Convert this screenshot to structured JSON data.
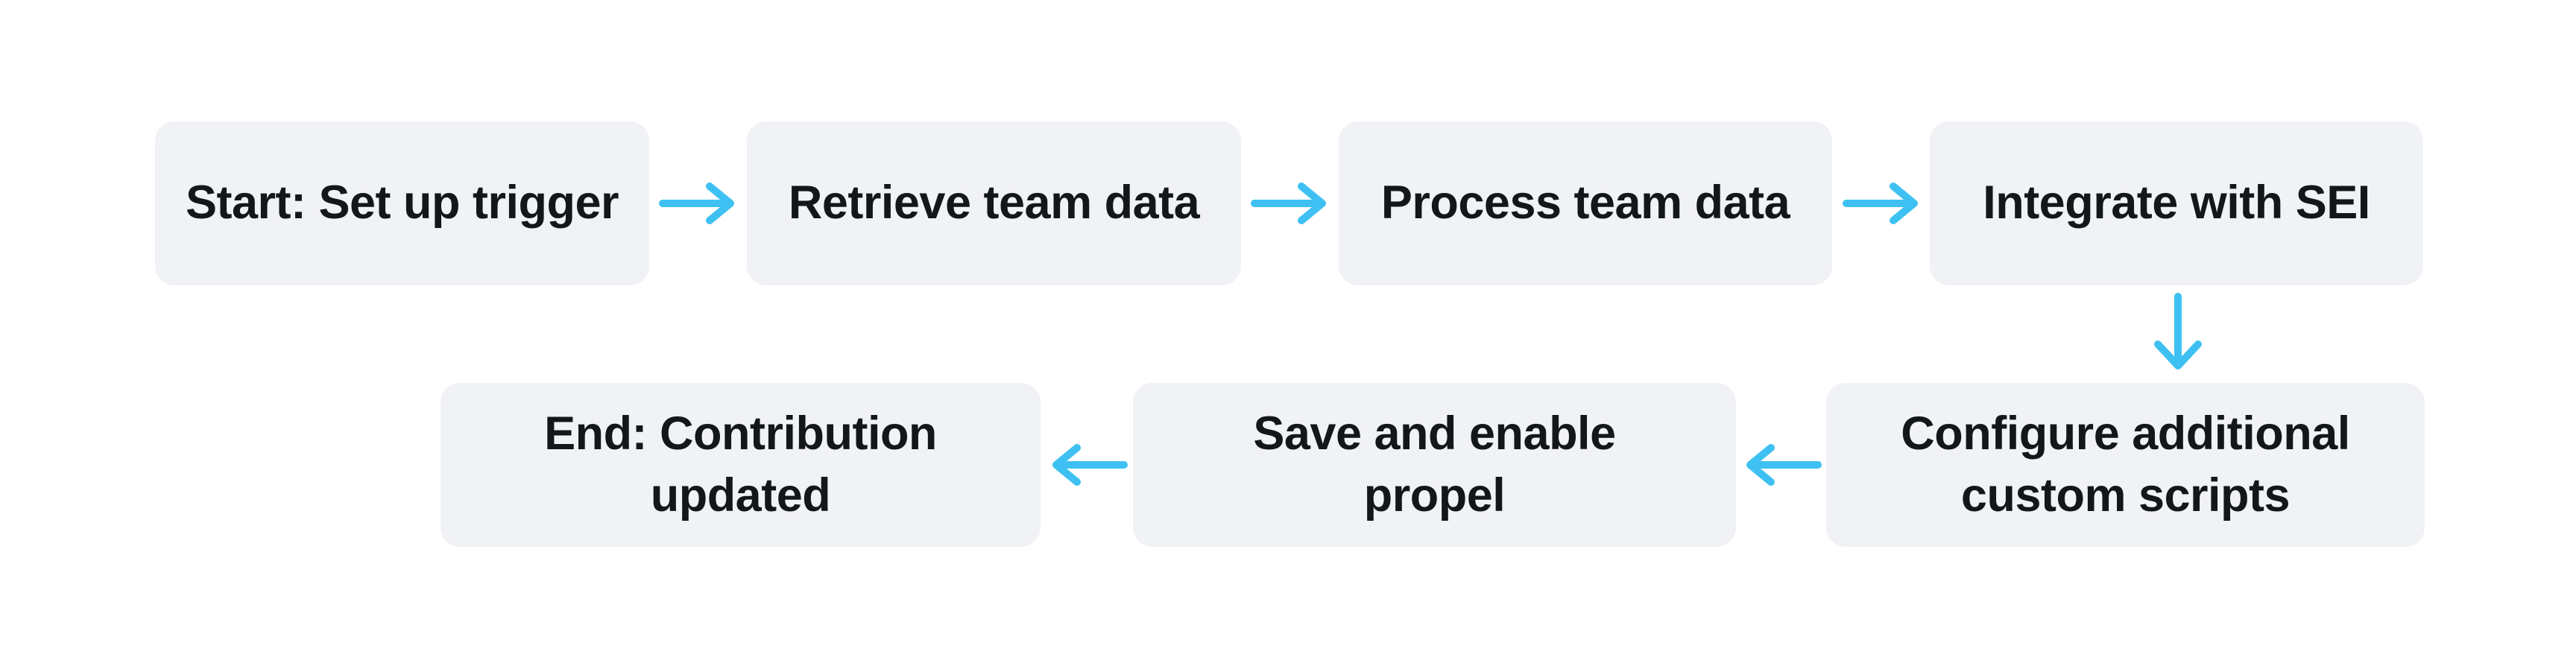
{
  "diagram": {
    "type": "flowchart",
    "flow_pattern": "left-to-right on top row, down, then right-to-left on bottom row",
    "nodes": [
      {
        "id": "start",
        "label": "Start: Set up trigger"
      },
      {
        "id": "retrieve",
        "label": "Retrieve team data"
      },
      {
        "id": "process",
        "label": "Process team data"
      },
      {
        "id": "integrate",
        "label": "Integrate with SEI"
      },
      {
        "id": "configure",
        "label": "Configure additional\ncustom scripts"
      },
      {
        "id": "save",
        "label": "Save and enable\npropel"
      },
      {
        "id": "end",
        "label": "End: Contribution\nupdated"
      }
    ],
    "edges": [
      {
        "from": "start",
        "to": "retrieve",
        "direction": "right"
      },
      {
        "from": "retrieve",
        "to": "process",
        "direction": "right"
      },
      {
        "from": "process",
        "to": "integrate",
        "direction": "right"
      },
      {
        "from": "integrate",
        "to": "configure",
        "direction": "down"
      },
      {
        "from": "configure",
        "to": "save",
        "direction": "left"
      },
      {
        "from": "save",
        "to": "end",
        "direction": "left"
      }
    ],
    "colors": {
      "background": "#ffffff",
      "node_fill": "#f1f2f6",
      "node_text": "#14171a",
      "arrow": "#3ec1f2"
    }
  }
}
